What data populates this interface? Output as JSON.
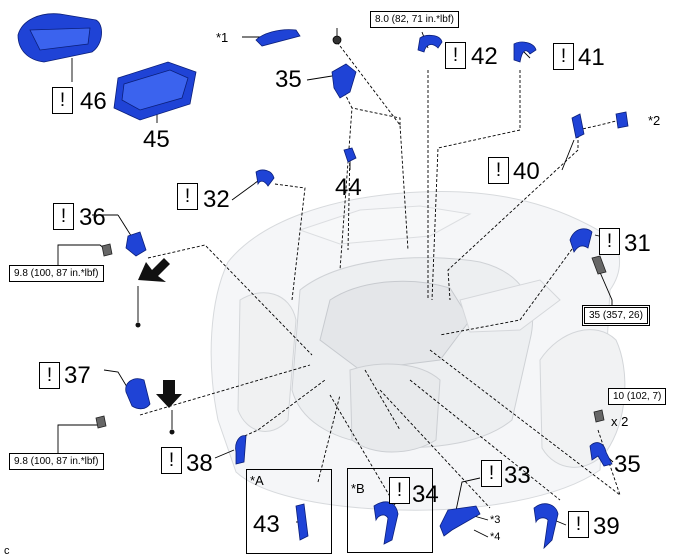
{
  "labels": {
    "l46": "46",
    "l45": "45",
    "l35a": "35",
    "l42": "42",
    "l41": "41",
    "l40": "40",
    "l44": "44",
    "l32": "32",
    "l36": "36",
    "l31": "31",
    "l37": "37",
    "l38": "38",
    "l35b": "35",
    "l43": "43",
    "l34": "34",
    "l33": "33",
    "l39": "39"
  },
  "callouts": {
    "s1": "*1",
    "s2": "*2",
    "s3": "*3",
    "s4": "*4",
    "sA": "*A",
    "sB": "*B",
    "x2": "x 2",
    "c": "c"
  },
  "caution_mark": "!",
  "torques": {
    "t_top": "8.0 (82, 71 in.*lbf)",
    "t_left_upper": "9.8 (100, 87 in.*lbf)",
    "t_left_lower": "9.8 (100, 87 in.*lbf)",
    "t_right": "35 (357, 26)",
    "t_right_lower": "10 (102, 7)"
  }
}
